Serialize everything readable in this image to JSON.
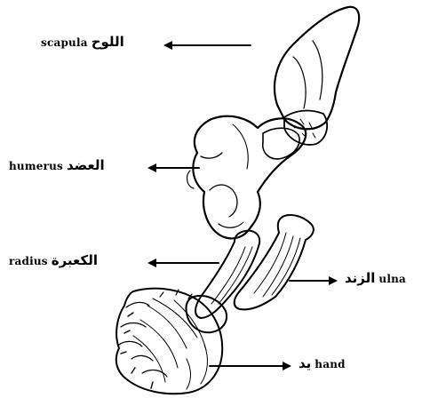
{
  "labels": {
    "scapula": {
      "en": "scapula",
      "ar": "اللوح"
    },
    "humerus": {
      "en": "humerus",
      "ar": "العضد"
    },
    "radius": {
      "en": "radius",
      "ar": "الكعبرة"
    },
    "ulna": {
      "en": "ulna",
      "ar": "الزند"
    },
    "hand": {
      "en": "hand",
      "ar": "يد"
    }
  },
  "colors": {
    "ink": "#000000",
    "paper": "#ffffff"
  }
}
